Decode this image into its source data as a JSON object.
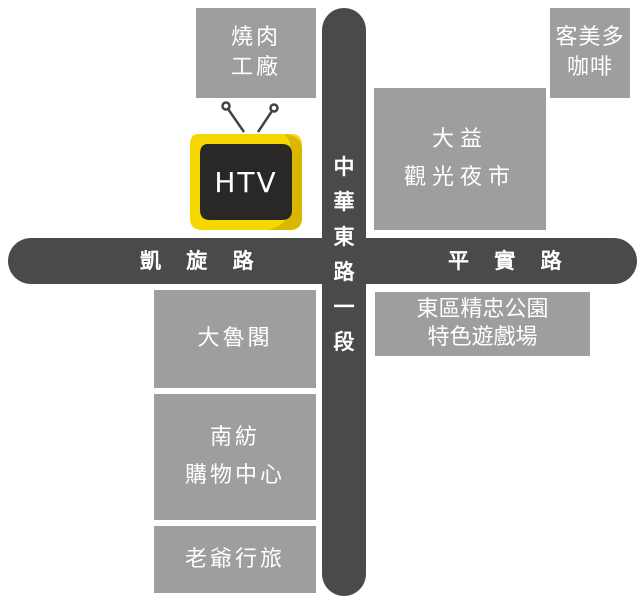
{
  "places": {
    "yakiniku": [
      "燒肉",
      "工廠"
    ],
    "komeda": [
      "客美多",
      "咖啡"
    ],
    "dayi": [
      "大益",
      "觀光夜市"
    ],
    "taroko": [
      "大魯閣"
    ],
    "park": [
      "東區精忠公園",
      "特色遊戲場"
    ],
    "nanfang": [
      "南紡",
      "購物中心"
    ],
    "hotel": [
      "老爺行旅"
    ]
  },
  "roads": {
    "kaixuan": "凱 旋 路",
    "pingshi": "平 實 路",
    "zhonghua": [
      "中",
      "華",
      "東",
      "路",
      "一",
      "段"
    ]
  },
  "logo": {
    "text": "HTV",
    "icon": "tv-icon"
  },
  "colors": {
    "road": "#4a4a4a",
    "box": "#9e9e9e",
    "tv_frame": "#f5d800",
    "tv_screen": "#2a2727"
  }
}
